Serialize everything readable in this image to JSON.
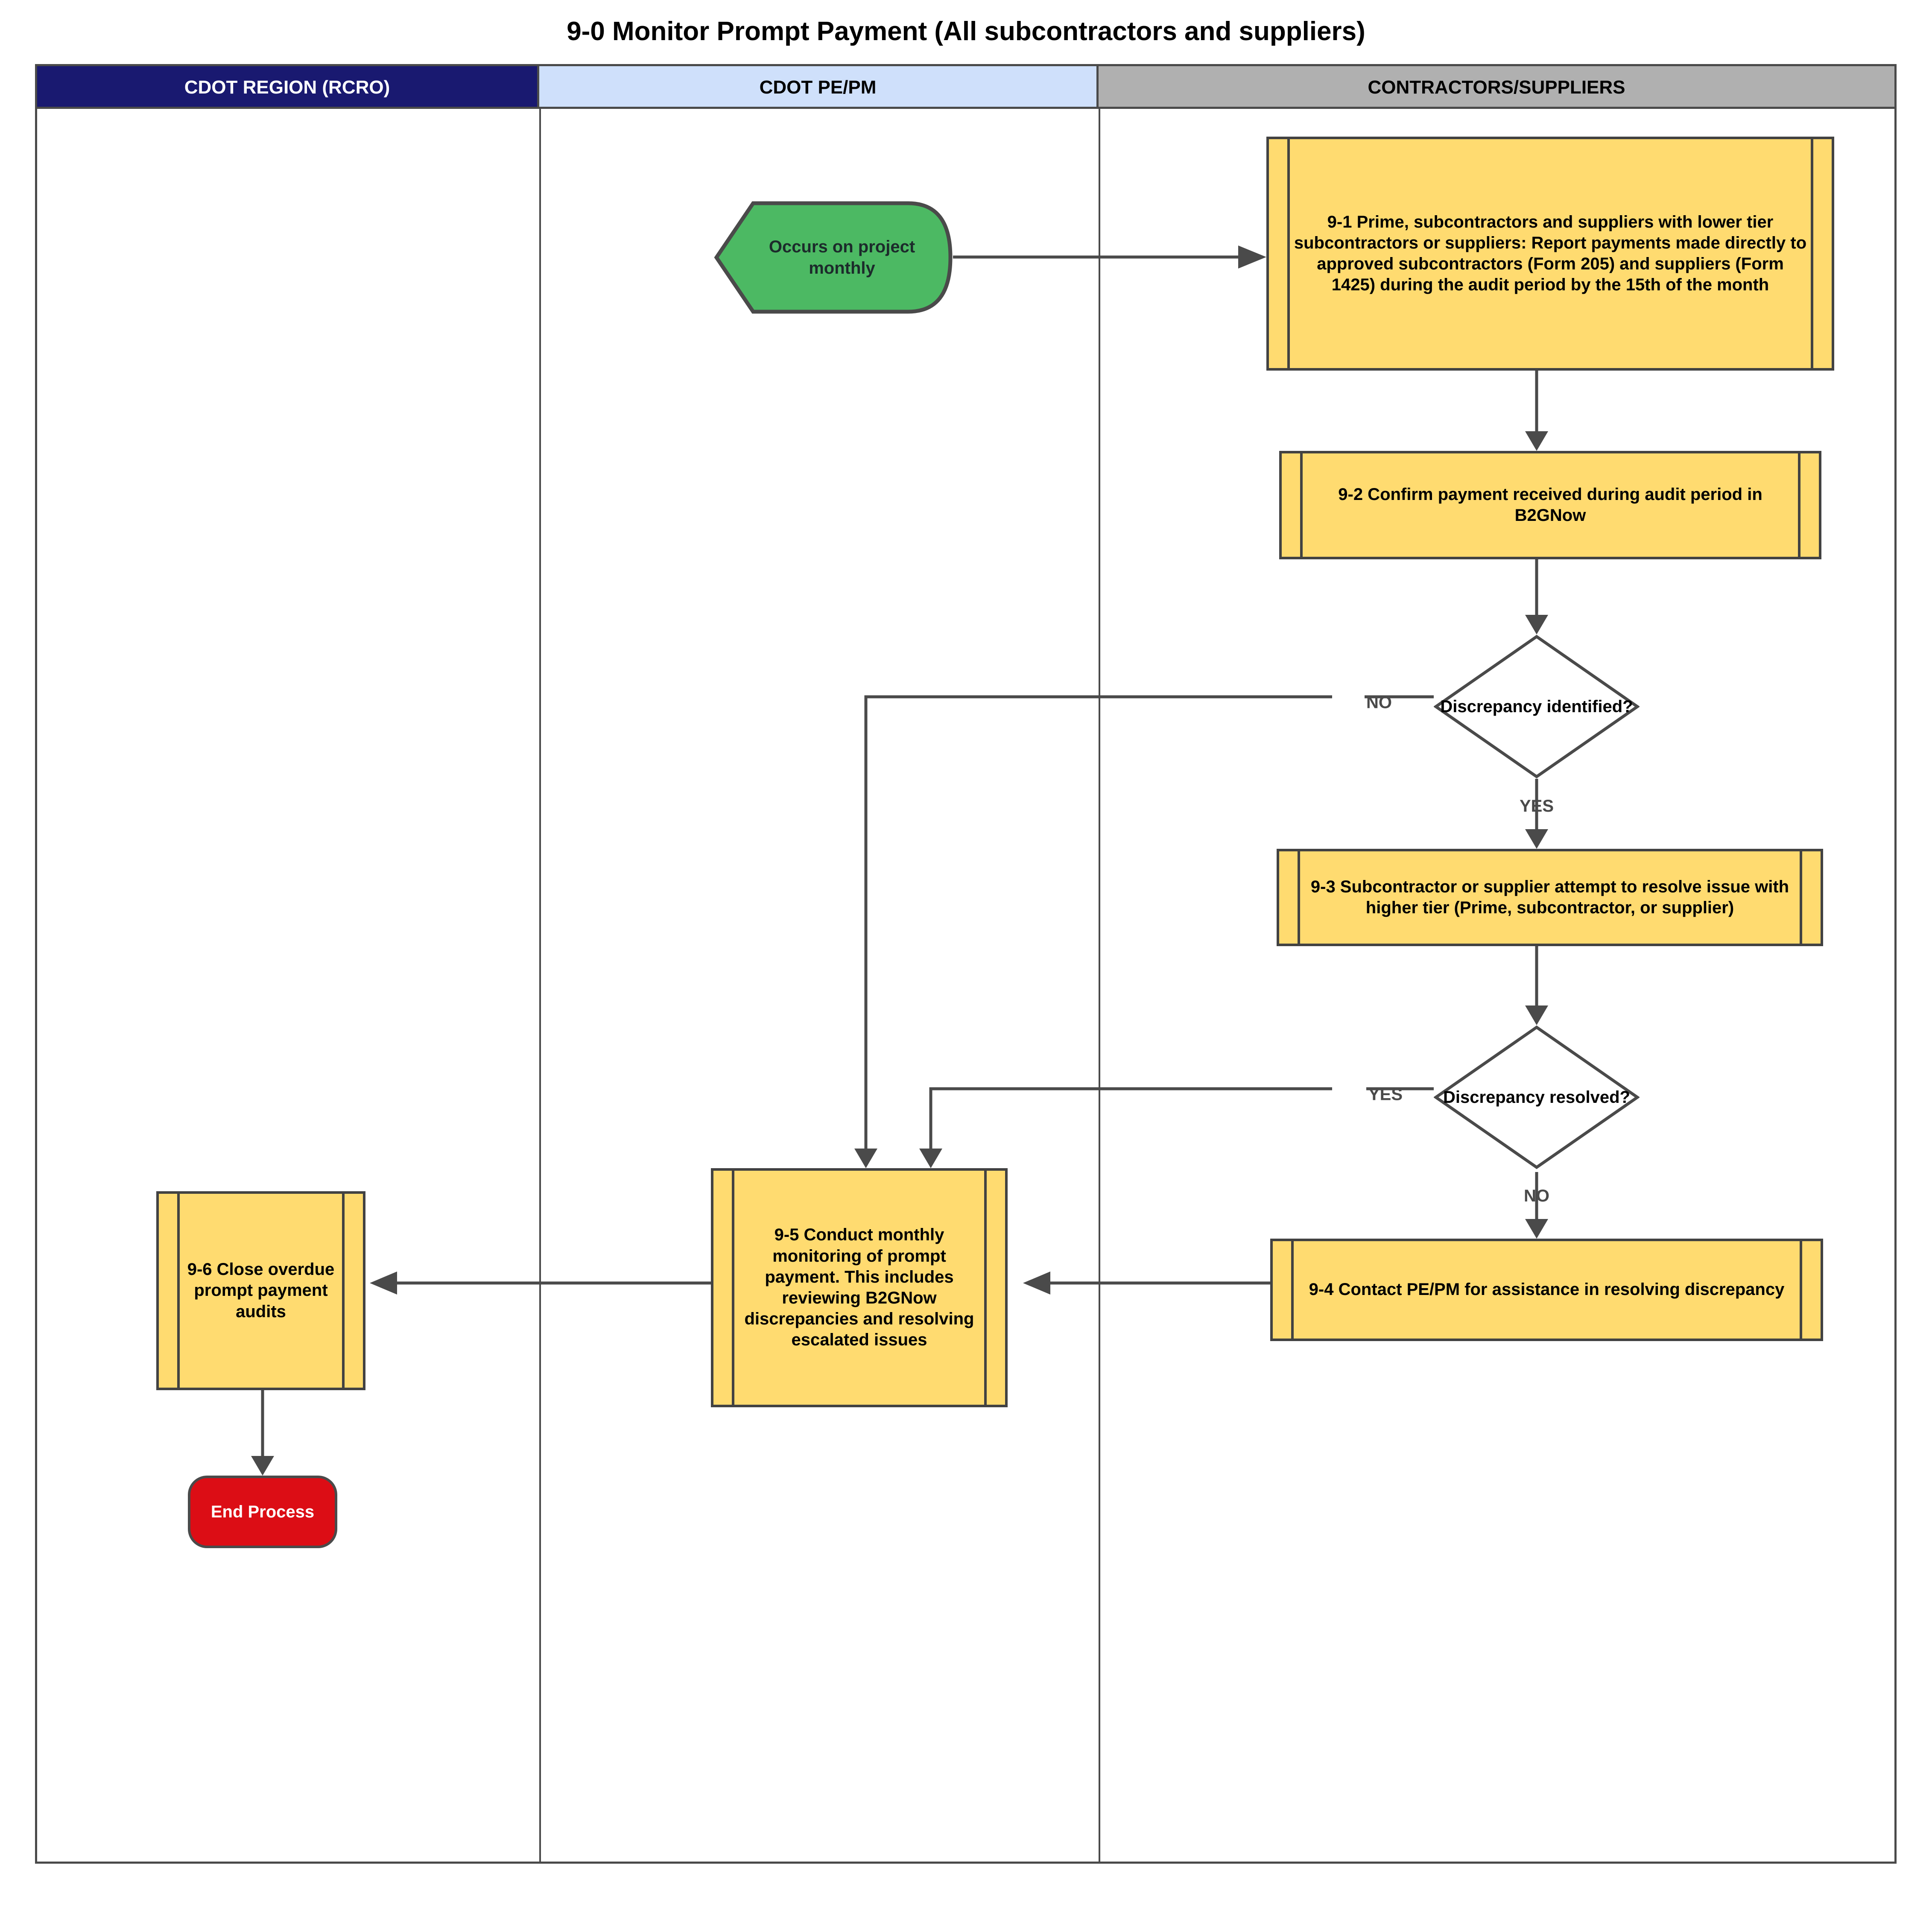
{
  "page": {
    "title": "9-0  Monitor Prompt Payment (All subcontractors and suppliers)"
  },
  "lanes": [
    {
      "id": "cdot-region",
      "label": "CDOT REGION (RCRO)",
      "header_bg": "#191970",
      "header_fg": "#ffffff"
    },
    {
      "id": "cdot-pe-pm",
      "label": "CDOT PE/PM",
      "header_bg": "#cfe0fb",
      "header_fg": "#000000"
    },
    {
      "id": "contractors",
      "label": "CONTRACTORS/SUPPLIERS",
      "header_bg": "#b0b0b0",
      "header_fg": "#000000"
    }
  ],
  "nodes": {
    "start": {
      "id": "start-occurs-monthly",
      "type": "start",
      "text": "Occurs on project monthly",
      "color": "#4cb963"
    },
    "step_9_1": {
      "id": "9-1",
      "type": "process",
      "text": "9-1 Prime, subcontractors and suppliers with lower tier subcontractors or suppliers:  Report payments made directly to approved subcontractors (Form 205) and suppliers (Form 1425) during the audit period by the 15th of the month"
    },
    "step_9_2": {
      "id": "9-2",
      "type": "process",
      "text": "9-2 Confirm payment received during audit period in B2GNow"
    },
    "decision_1": {
      "id": "discrepancy-identified",
      "type": "decision",
      "text": "Discrepancy identified?",
      "branch_left": "NO",
      "branch_down": "YES"
    },
    "step_9_3": {
      "id": "9-3",
      "type": "process",
      "text": "9-3 Subcontractor or supplier attempt to resolve issue with higher tier (Prime, subcontractor, or supplier)"
    },
    "decision_2": {
      "id": "discrepancy-resolved",
      "type": "decision",
      "text": "Discrepancy resolved?",
      "branch_left": "YES",
      "branch_down": "NO"
    },
    "step_9_4": {
      "id": "9-4",
      "type": "process",
      "text": "9-4  Contact PE/PM for assistance in resolving discrepancy"
    },
    "step_9_5": {
      "id": "9-5",
      "type": "process",
      "text": "9-5 Conduct monthly monitoring of prompt payment. This includes reviewing B2GNow discrepancies and resolving escalated issues"
    },
    "step_9_6": {
      "id": "9-6",
      "type": "process",
      "text": "9-6 Close overdue prompt payment audits"
    },
    "end": {
      "id": "end-process",
      "type": "terminator",
      "text": "End Process",
      "color": "#dc0d15"
    }
  },
  "edge_labels": {
    "d1_no": "NO",
    "d1_yes": "YES",
    "d2_yes": "YES",
    "d2_no": "NO"
  },
  "colors": {
    "process_fill": "#ffdb70",
    "process_stroke": "#424242",
    "connector": "#4a4a4a",
    "start_fill": "#4cb963",
    "end_fill": "#dc0d15",
    "lane_border": "#4a4a4a"
  }
}
